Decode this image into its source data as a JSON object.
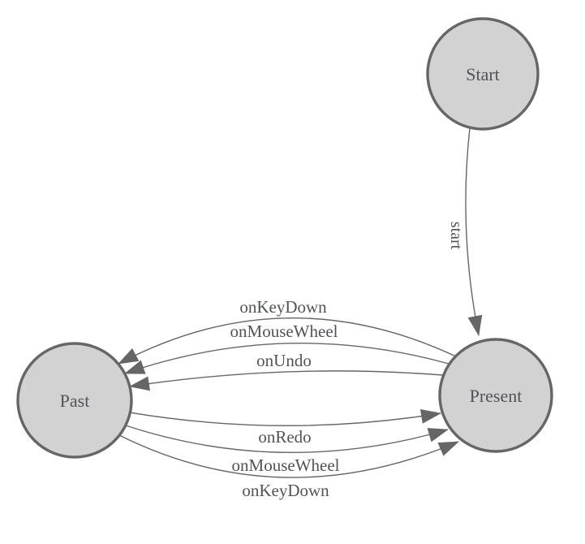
{
  "diagram": {
    "type": "state-machine",
    "nodes": [
      {
        "id": "start-node",
        "label": "Start"
      },
      {
        "id": "present-node",
        "label": "Present"
      },
      {
        "id": "past-node",
        "label": "Past"
      }
    ],
    "edges": [
      {
        "from": "Start",
        "to": "Present",
        "label": "start"
      },
      {
        "from": "Present",
        "to": "Past",
        "label": "onKeyDown"
      },
      {
        "from": "Present",
        "to": "Past",
        "label": "onMouseWheel"
      },
      {
        "from": "Present",
        "to": "Past",
        "label": "onUndo"
      },
      {
        "from": "Past",
        "to": "Present",
        "label": "onRedo"
      },
      {
        "from": "Past",
        "to": "Present",
        "label": "onMouseWheel"
      },
      {
        "from": "Past",
        "to": "Present",
        "label": "onKeyDown"
      }
    ],
    "colors": {
      "node_fill": "#d2d2d2",
      "node_stroke": "#666666",
      "edge_stroke": "#666666",
      "arrowhead": "#666666",
      "label_text": "#515359",
      "background": "#ffffff"
    }
  }
}
